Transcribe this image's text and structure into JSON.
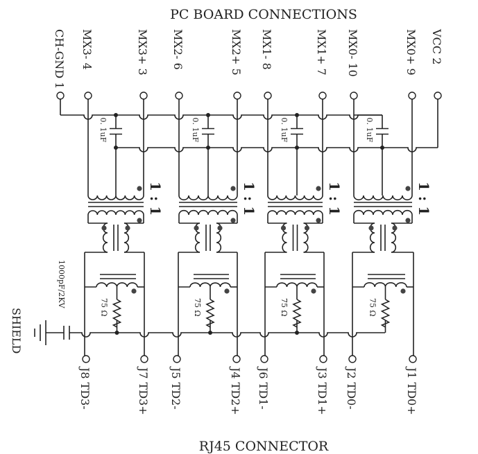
{
  "diagram": {
    "title_top": "PC BOARD CONNECTIONS",
    "title_bottom": "RJ45 CONNECTOR",
    "top_pins": [
      {
        "label": "CH-GND 1"
      },
      {
        "label": "MX3- 4"
      },
      {
        "label": "MX3+ 3"
      },
      {
        "label": "MX2- 6"
      },
      {
        "label": "MX2+ 5"
      },
      {
        "label": "MX1- 8"
      },
      {
        "label": "MX1+ 7"
      },
      {
        "label": "MX0- 10"
      },
      {
        "label": "MX0+ 9"
      },
      {
        "label": "VCC 2"
      }
    ],
    "bottom_pins": [
      {
        "label": "J8 TD3-"
      },
      {
        "label": "J7 TD3+"
      },
      {
        "label": "J5 TD2-"
      },
      {
        "label": "J4 TD2+"
      },
      {
        "label": "J6 TD1-"
      },
      {
        "label": "J3 TD1+"
      },
      {
        "label": "J2 TD0-"
      },
      {
        "label": "J1 TD0+"
      }
    ],
    "channels": [
      {
        "name": "channel-3",
        "cap_label": "0.1uF",
        "ratio": "1:1",
        "resistor_label": "75 Ω"
      },
      {
        "name": "channel-2",
        "cap_label": "0.1uF",
        "ratio": "1:1",
        "resistor_label": "75 Ω"
      },
      {
        "name": "channel-1",
        "cap_label": "0.1uF",
        "ratio": "1:1",
        "resistor_label": "75 Ω"
      },
      {
        "name": "channel-0",
        "cap_label": "0.1uF",
        "ratio": "1:1",
        "resistor_label": "75 Ω"
      }
    ],
    "shield_cap_label": "1000pF/2KV",
    "shield_label": "SHIELD"
  }
}
